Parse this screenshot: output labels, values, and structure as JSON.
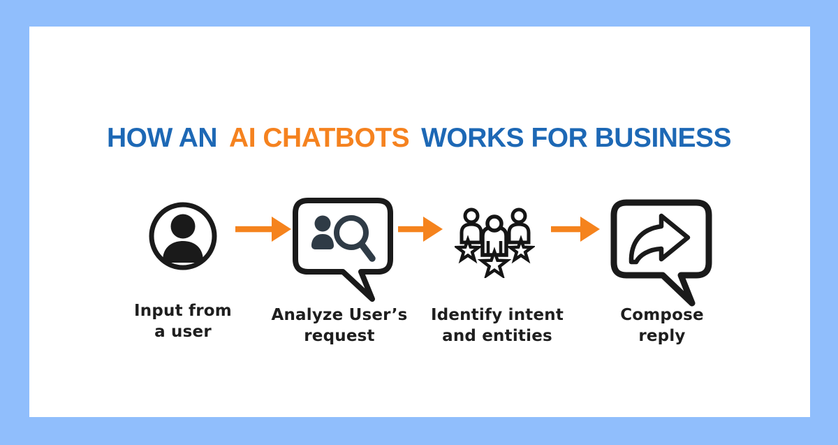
{
  "page": {
    "background_color": "#90BEFC",
    "card_color": "#FFFFFF"
  },
  "title": {
    "part1": "HOW AN",
    "part2": "AI CHATBOTS",
    "part3": "WORKS FOR BUSINESS",
    "part1_color": "#1D68B5",
    "part2_color": "#F5821F",
    "part3_color": "#1D68B5"
  },
  "flow": {
    "arrow_color": "#F5831D",
    "arrow_count": 3,
    "direction": "left-to-right"
  },
  "steps": [
    {
      "icon": "user-circle-icon",
      "label_line1": "Input from",
      "label_line2": "a user"
    },
    {
      "icon": "speech-bubble-search-icon",
      "label_line1": "Analyze User’s",
      "label_line2": "request"
    },
    {
      "icon": "group-stars-icon",
      "label_line1": "Identify intent",
      "label_line2": "and entities"
    },
    {
      "icon": "speech-bubble-share-icon",
      "label_line1": "Compose",
      "label_line2": "reply"
    }
  ],
  "colors": {
    "icon_outline": "#1A1A1A",
    "icon_accent": "#2F3B46",
    "label_text": "#1E1E1E"
  }
}
